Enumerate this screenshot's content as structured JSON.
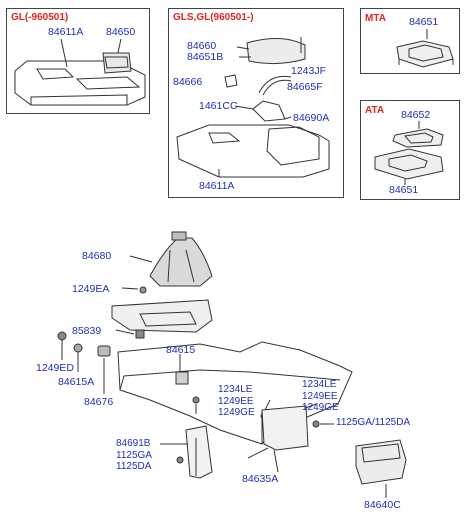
{
  "panels": {
    "gl": {
      "tag": "GL(-960501)",
      "labels": [
        "84611A",
        "84650"
      ]
    },
    "gls": {
      "tag": "GLS,GL(960501-)",
      "labels": [
        "84660",
        "84651B",
        "1243JF",
        "84666",
        "84665F",
        "1461CC",
        "84690A",
        "84611A"
      ]
    },
    "mta": {
      "tag": "MTA",
      "labels": [
        "84651"
      ]
    },
    "ata": {
      "tag": "ATA",
      "labels": [
        "84652",
        "84651"
      ]
    }
  },
  "main": {
    "labels": {
      "boot": "84680",
      "boot_screw": "1249EA",
      "clip": "85839",
      "screw_left": "1249ED",
      "grommet": "84615A",
      "console": "84615",
      "plug": "84676",
      "screws_mid": [
        "1234LE",
        "1249EE",
        "1249GE"
      ],
      "screws_right": [
        "1234LE",
        "1249EE",
        "1249GE"
      ],
      "screw_fr": "1125GA/1125DA",
      "bracket_left": [
        "84691B",
        "1125GA",
        "1125DA"
      ],
      "bracket": "84635A",
      "tray": "84640C"
    }
  }
}
